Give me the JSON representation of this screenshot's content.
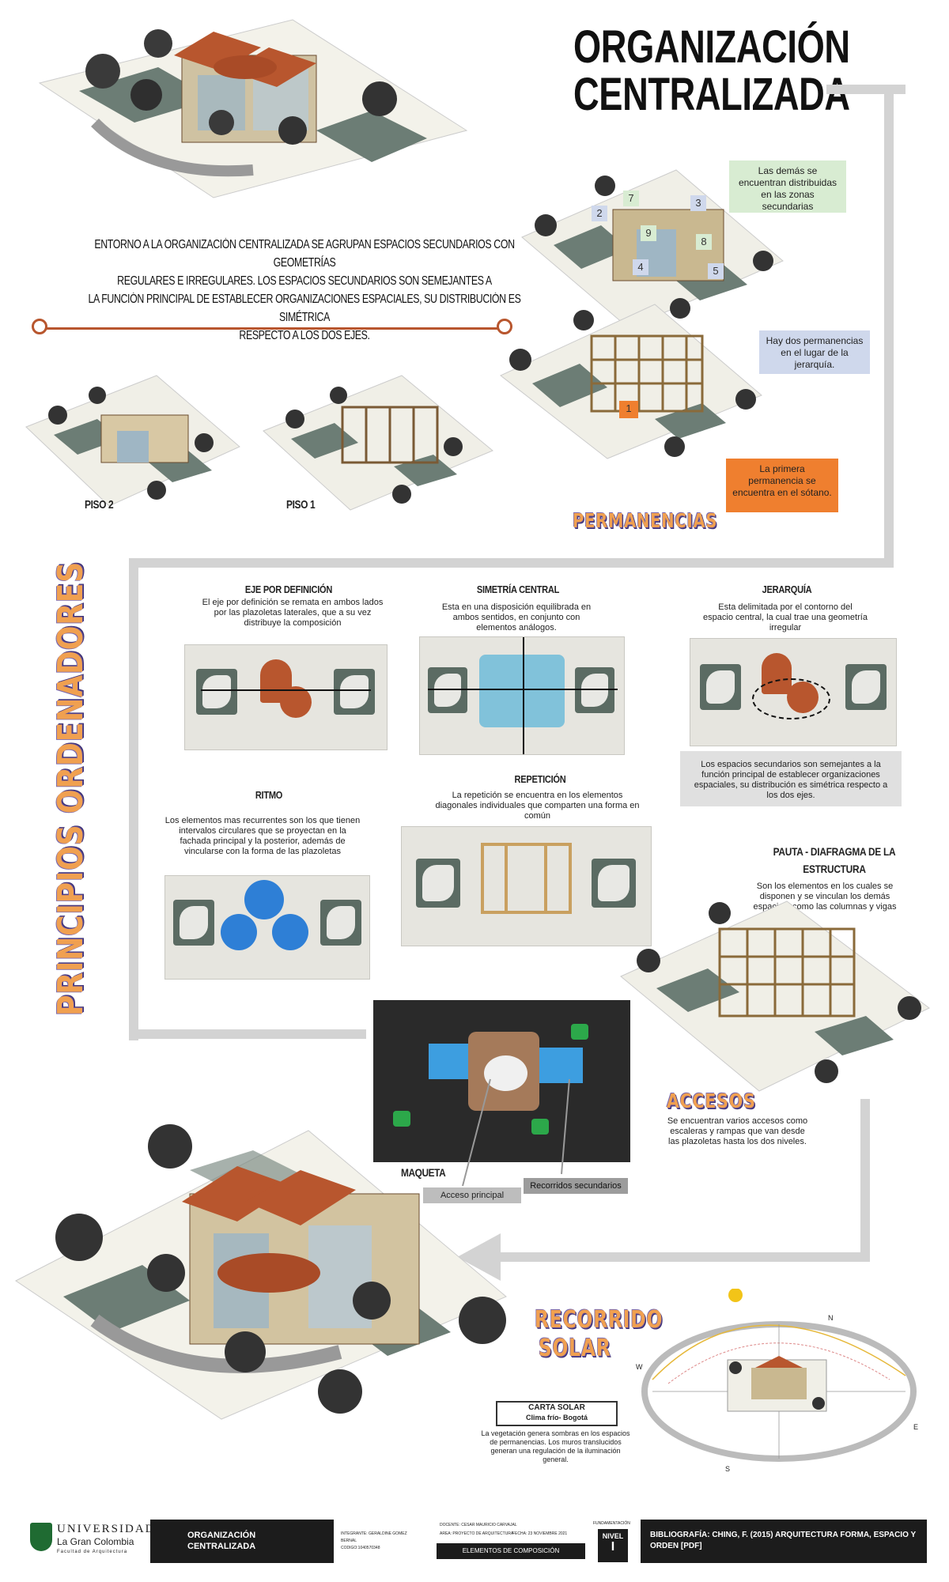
{
  "title": {
    "line1": "ORGANIZACIÓN",
    "line2": "CENTRALIZADA"
  },
  "intro": {
    "line1": "ENTORNO A LA ORGANIZACIÓN CENTRALIZADA SE AGRUPAN ESPACIOS SECUNDARIOS CON GEOMETRÍAS",
    "line2": "REGULARES E IRREGULARES. LOS ESPACIOS SECUNDARIOS SON SEMEJANTES A",
    "line3": "LA FUNCIÓN PRINCIPAL DE ESTABLECER ORGANIZACIONES ESPACIALES, SU DISTRIBUCIÓN ES SIMÉTRICA",
    "line4": "RESPECTO A LOS DOS EJES."
  },
  "floors": {
    "piso2": "PISO 2",
    "piso1": "PISO 1"
  },
  "permanencias": {
    "title": "PERMANENCIAS",
    "note_green": "Las demás se encuentran distribuidas en las zonas secundarias",
    "note_blue": "Hay dos permanencias en el lugar de la jerarquía.",
    "note_orange": "La primera permanencia se encuentra en el sótano.",
    "numbers": [
      "1",
      "2",
      "3",
      "4",
      "5",
      "7",
      "8",
      "9"
    ],
    "colors": {
      "green": "#d8ecd2",
      "blue": "#cfd8ec",
      "orange": "#ef7f2f"
    }
  },
  "principios": {
    "title": "PRINCIPIOS ORDENADORES",
    "eje": {
      "title": "EJE POR DEFINICIÓN",
      "text": "El eje por definición se remata en ambos lados por las plazoletas laterales, que a su vez distribuye la composición"
    },
    "simetria": {
      "title": "SIMETRÍA CENTRAL",
      "text": "Esta en una disposición equilibrada en ambos sentidos, en conjunto con elementos análogos."
    },
    "jerarquia": {
      "title": "JERARQUÍA",
      "text": "Esta delimitada por el contorno del espacio central, la cual trae una geometría irregular",
      "note": "Los espacios secundarios son semejantes a la función principal de establecer organizaciones espaciales, su distribución es simétrica respecto a los dos ejes."
    },
    "ritmo": {
      "title": "RITMO",
      "text": "Los elementos mas recurrentes son los que tienen intervalos circulares que se proyectan en la fachada principal y la posterior, además de vincularse con la forma de las plazoletas"
    },
    "repeticion": {
      "title": "REPETICIÓN",
      "text": "La repetición se encuentra en los elementos diagonales individuales que comparten una forma en común"
    },
    "pauta": {
      "title_line1": "PAUTA - DIAFRAGMA DE LA",
      "title_line2": "ESTRUCTURA",
      "text": "Son los elementos en los cuales se disponen y se vinculan los demás espacios, como las columnas y vigas"
    }
  },
  "maqueta": {
    "title": "MAQUETA",
    "acceso": "Acceso principal",
    "recorridos": "Recorridos secundarios"
  },
  "accesos": {
    "title": "ACCESOS",
    "text": "Se encuentran varios accesos como escaleras y rampas que van desde las plazoletas hasta los dos niveles."
  },
  "recorrido": {
    "title_line1": "RECORRIDO",
    "title_line2": "SOLAR",
    "carta_title": "CARTA SOLAR",
    "carta_sub": "Clima frío- Bogotá",
    "text": "La vegetación genera sombras en los espacios de permanencias. Los muros translucidos generan una regulación de la iluminación general.",
    "compass": {
      "n": "N",
      "s": "S",
      "w": "W",
      "e": "E"
    }
  },
  "footer": {
    "uni_line1": "UNIVERSIDAD",
    "uni_line2": "La Gran Colombia",
    "uni_line3": "Facultad de Arquitectura",
    "project_line1": "ORGANIZACIÓN",
    "project_line2": "CENTRALIZADA",
    "integrante": "INTEGRANTE: GERALDINE GOMEZ",
    "bernal": "BERNAL",
    "codigo": "CODIGO:1040570348",
    "docente": "DOCENTE: CESAR MAURICIO CARVAJAL",
    "area": "AREA: PROYECTO DE ARQUITECTURA",
    "fecha": "FECHA: 23 NOVIEMBRE 2021",
    "elementos": "ELEMENTOS DE COMPOSICIÓN",
    "fundamentacion": "FUNDAMENTACIÓN",
    "nivel_label": "NIVEL",
    "nivel_value": "I",
    "bibliografia": "BIBLIOGRAFÍA: CHING, F. (2015) ARQUITECTURA FORMA, ESPACIO Y ORDEN [PDF]"
  },
  "accent": {
    "rust": "#b8562e",
    "orange_title": "#f0a050",
    "gray_rail": "#d3d3d3"
  }
}
